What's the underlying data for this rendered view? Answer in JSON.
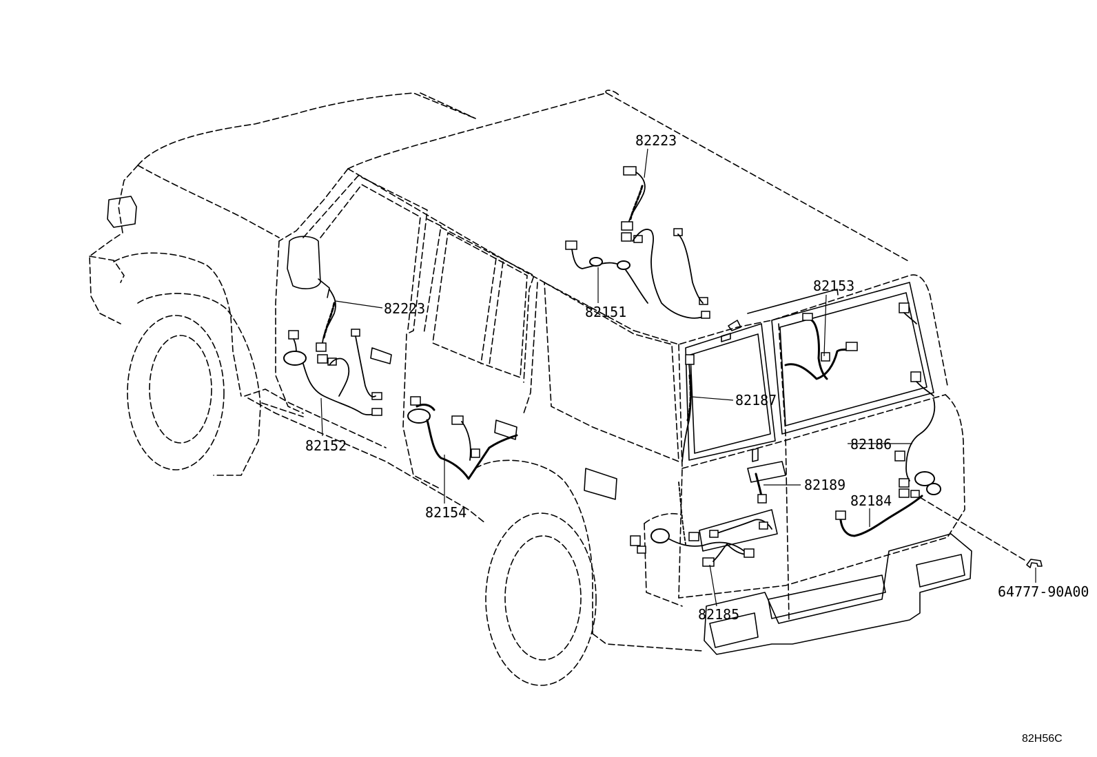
{
  "labels": {
    "p82223_top": "82223",
    "p82151": "82151",
    "p82153": "82153",
    "p82223_mirror": "82223",
    "p82187": "82187",
    "p82152": "82152",
    "p82186": "82186",
    "p82189": "82189",
    "p82184": "82184",
    "p82154": "82154",
    "p82185": "82185",
    "p64777": "64777-90A00"
  },
  "diagram_code": "82H56C"
}
